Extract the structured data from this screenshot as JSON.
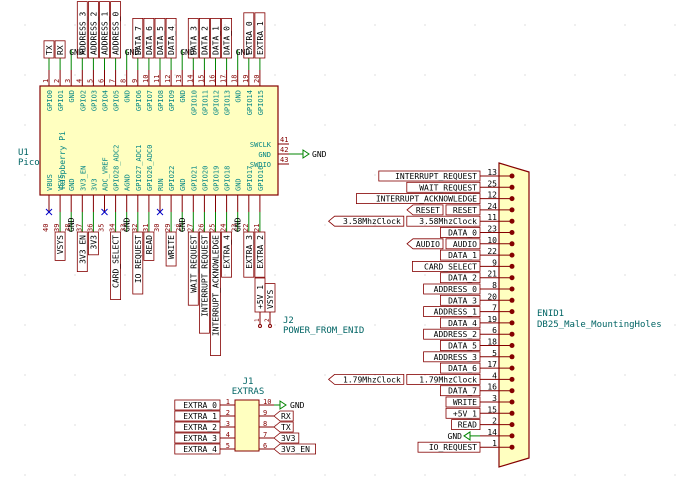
{
  "colors": {
    "wire": "#008400",
    "body_fill": "#ffffc0",
    "body_stroke": "#840000",
    "ref_text": "#006464",
    "pin_text": "#008484",
    "pin_number": "#840000",
    "label_text": "#000000",
    "label_box": "#840000",
    "power_text": "#000000",
    "no_connect": "#0000c8"
  },
  "u1": {
    "ref": "U1",
    "value": "Pico",
    "part_name": "Raspberry Pi",
    "top_pins": [
      {
        "number": "1",
        "name": "GPIO0",
        "net": "TX"
      },
      {
        "number": "2",
        "name": "GPIO1",
        "net": "RX"
      },
      {
        "number": "3",
        "name": "GND",
        "net": "GND"
      },
      {
        "number": "4",
        "name": "GPIO2",
        "net": "ADDRESS_3"
      },
      {
        "number": "5",
        "name": "GPIO3",
        "net": "ADDRESS_2"
      },
      {
        "number": "6",
        "name": "GPIO4",
        "net": "ADDRESS_1"
      },
      {
        "number": "7",
        "name": "GPIO5",
        "net": "ADDRESS_0"
      },
      {
        "number": "8",
        "name": "GND",
        "net": "GND"
      },
      {
        "number": "9",
        "name": "GPIO6",
        "net": "DATA_7"
      },
      {
        "number": "10",
        "name": "GPIO7",
        "net": "DATA_6"
      },
      {
        "number": "11",
        "name": "GPIO8",
        "net": "DATA_5"
      },
      {
        "number": "12",
        "name": "GPIO9",
        "net": "DATA_4"
      },
      {
        "number": "13",
        "name": "GND",
        "net": "GND"
      },
      {
        "number": "14",
        "name": "GPIO10",
        "net": "DATA_3"
      },
      {
        "number": "15",
        "name": "GPIO11",
        "net": "DATA_2"
      },
      {
        "number": "16",
        "name": "GPIO12",
        "net": "DATA_1"
      },
      {
        "number": "17",
        "name": "GPIO13",
        "net": "DATA_0"
      },
      {
        "number": "18",
        "name": "GND",
        "net": "GND"
      },
      {
        "number": "19",
        "name": "GPIO14",
        "net": "EXTRA_0"
      },
      {
        "number": "20",
        "name": "GPIO15",
        "net": "EXTRA_1"
      }
    ],
    "bottom_pins": [
      {
        "number": "40",
        "name": "VBUS",
        "net": ""
      },
      {
        "number": "39",
        "name": "VSYS",
        "net": "VSYS"
      },
      {
        "number": "38",
        "name": "GND",
        "net": "GND"
      },
      {
        "number": "37",
        "name": "3V3_EN",
        "net": "3V3_EN"
      },
      {
        "number": "36",
        "name": "3V3",
        "net": "3V3"
      },
      {
        "number": "35",
        "name": "ADC_VREF",
        "net": ""
      },
      {
        "number": "34",
        "name": "GPIO28_ADC2",
        "net": "CARD_SELECT"
      },
      {
        "number": "33",
        "name": "AGND",
        "net": "GND"
      },
      {
        "number": "32",
        "name": "GPIO27_ADC1",
        "net": "IO_REQUEST"
      },
      {
        "number": "31",
        "name": "GPIO26_ADC0",
        "net": "READ"
      },
      {
        "number": "30",
        "name": "RUN",
        "net": ""
      },
      {
        "number": "29",
        "name": "GPIO22",
        "net": "WRITE"
      },
      {
        "number": "28",
        "name": "GND",
        "net": "GND"
      },
      {
        "number": "27",
        "name": "GPIO21",
        "net": "WAIT_REQUEST"
      },
      {
        "number": "26",
        "name": "GPIO20",
        "net": "INTERRUPT_REQUEST"
      },
      {
        "number": "25",
        "name": "GPIO19",
        "net": "INTERRUPT_ACKNOWLEDGE"
      },
      {
        "number": "24",
        "name": "GPIO18",
        "net": "EXTRA_4"
      },
      {
        "number": "23",
        "name": "GND",
        "net": "GND"
      },
      {
        "number": "22",
        "name": "GPIO17",
        "net": "EXTRA_3"
      },
      {
        "number": "21",
        "name": "GPIO16",
        "net": "EXTRA_2"
      }
    ],
    "right_pins": [
      {
        "number": "41",
        "name": "SWCLK"
      },
      {
        "number": "42",
        "name": "GND"
      },
      {
        "number": "43",
        "name": "SWDIO"
      }
    ],
    "right_power": "GND"
  },
  "j2": {
    "ref": "J2",
    "value": "POWER_FROM_ENID",
    "pins": [
      {
        "number": "1",
        "net": "+5V_1"
      },
      {
        "number": "2",
        "net": "VSYS"
      }
    ]
  },
  "j1": {
    "ref": "J1",
    "value": "EXTRAS",
    "rows": [
      {
        "left_num": "1",
        "left_net": "EXTRA_0",
        "right_num": "10",
        "right_net": "GND"
      },
      {
        "left_num": "2",
        "left_net": "EXTRA_1",
        "right_num": "9",
        "right_net": "RX"
      },
      {
        "left_num": "3",
        "left_net": "EXTRA_2",
        "right_num": "8",
        "right_net": "TX"
      },
      {
        "left_num": "4",
        "left_net": "EXTRA_3",
        "right_num": "7",
        "right_net": "3V3"
      },
      {
        "left_num": "5",
        "left_net": "EXTRA_4",
        "right_num": "6",
        "right_net": "3V3_EN"
      }
    ]
  },
  "enid": {
    "ref": "ENID1",
    "value": "DB25_Male_MountingHoles",
    "pins": [
      {
        "number": "13",
        "net": "INTERRUPT_REQUEST",
        "aux": ""
      },
      {
        "number": "25",
        "net": "WAIT_REQUEST",
        "aux": ""
      },
      {
        "number": "12",
        "net": "INTERRUPT_ACKNOWLEDGE",
        "aux": ""
      },
      {
        "number": "24",
        "net": "RESET",
        "aux": "RESET"
      },
      {
        "number": "11",
        "net": "3.58MhzClock",
        "aux": "3.58MhzClock"
      },
      {
        "number": "23",
        "net": "DATA_0",
        "aux": ""
      },
      {
        "number": "10",
        "net": "AUDIO",
        "aux": "AUDIO"
      },
      {
        "number": "22",
        "net": "DATA_1",
        "aux": ""
      },
      {
        "number": "9",
        "net": "CARD_SELECT",
        "aux": ""
      },
      {
        "number": "21",
        "net": "DATA_2",
        "aux": ""
      },
      {
        "number": "8",
        "net": "ADDRESS_0",
        "aux": ""
      },
      {
        "number": "20",
        "net": "DATA_3",
        "aux": ""
      },
      {
        "number": "7",
        "net": "ADDRESS_1",
        "aux": ""
      },
      {
        "number": "19",
        "net": "DATA_4",
        "aux": ""
      },
      {
        "number": "6",
        "net": "ADDRESS_2",
        "aux": ""
      },
      {
        "number": "18",
        "net": "DATA_5",
        "aux": ""
      },
      {
        "number": "5",
        "net": "ADDRESS_3",
        "aux": ""
      },
      {
        "number": "17",
        "net": "DATA_6",
        "aux": ""
      },
      {
        "number": "4",
        "net": "1.79MhzClock",
        "aux": "1.79MhzClock"
      },
      {
        "number": "16",
        "net": "DATA_7",
        "aux": ""
      },
      {
        "number": "3",
        "net": "WRITE",
        "aux": ""
      },
      {
        "number": "15",
        "net": "+5V_1",
        "aux": ""
      },
      {
        "number": "2",
        "net": "READ",
        "aux": ""
      },
      {
        "number": "14",
        "net": "GND",
        "aux": ""
      },
      {
        "number": "1",
        "net": "IO_REQUEST",
        "aux": ""
      }
    ]
  }
}
